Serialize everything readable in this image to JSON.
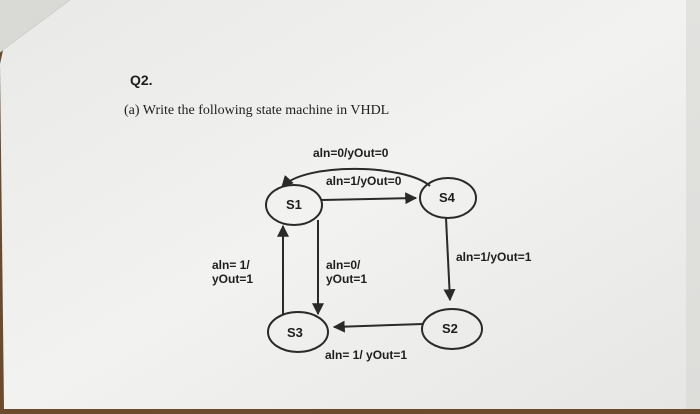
{
  "question": {
    "number": "Q2.",
    "part": "(a) Write the following state machine in VHDL"
  },
  "diagram": {
    "states": {
      "s1": "S1",
      "s2": "S2",
      "s3": "S3",
      "s4": "S4"
    },
    "transitions": {
      "s1_self_loop": "aln=0/yOut=0",
      "s1_to_s4": "aln=1/yOut=0",
      "s4_to_s2": "aln=1/yOut=1",
      "s2_to_s3": "aln= 1/ yOut=1",
      "s3_to_s1_line1": "aln= 1/",
      "s3_to_s1_line2": "yOut=1",
      "s1_to_s3_line1": "aln=0/",
      "s1_to_s3_line2": "yOut=1"
    }
  }
}
